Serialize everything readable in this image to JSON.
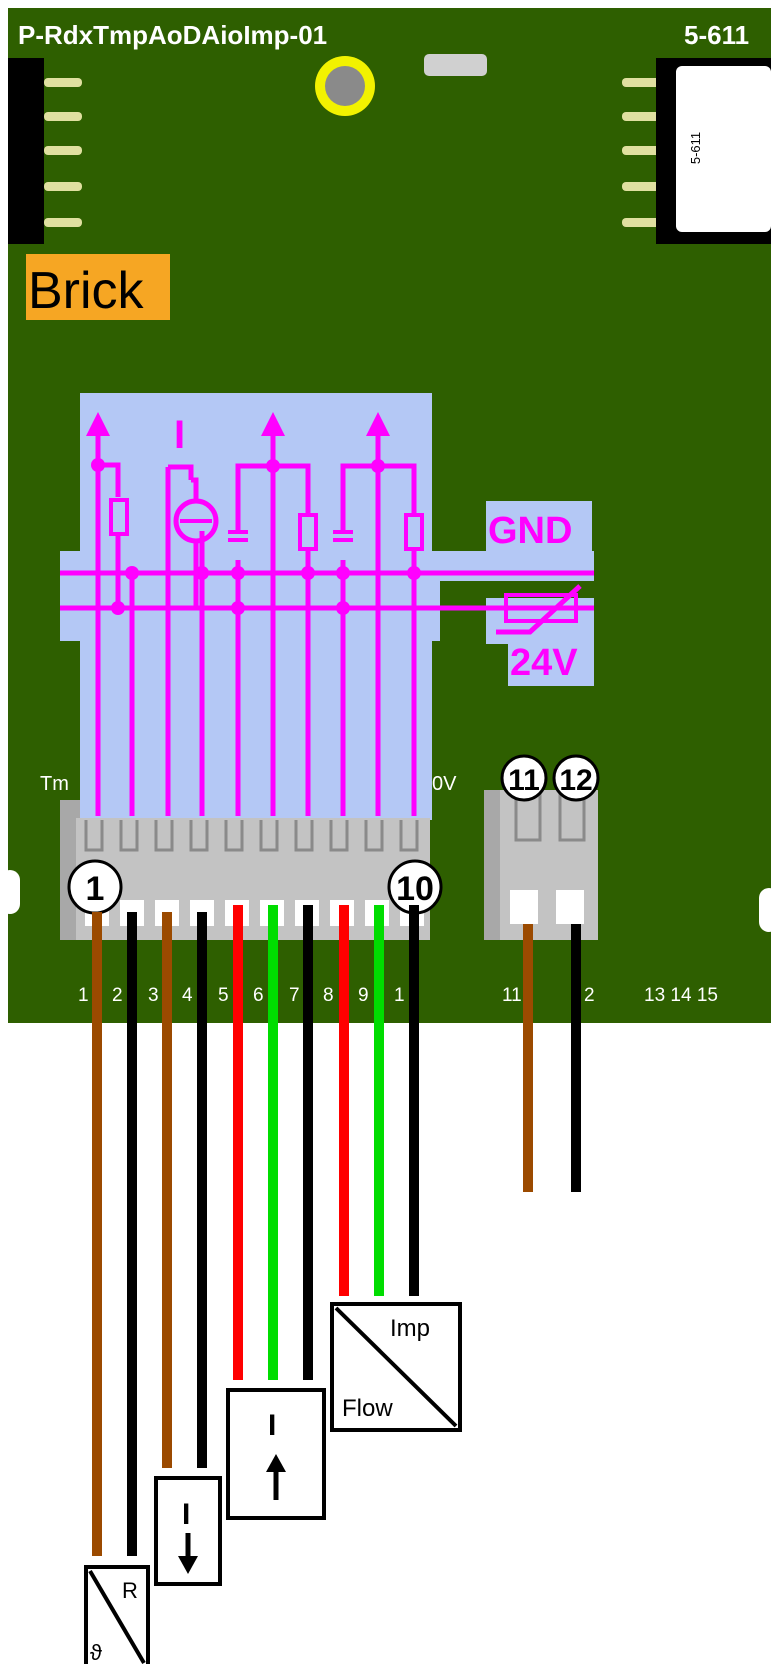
{
  "board": {
    "title": "P-RdxTmpAoDAioImp-01",
    "model_code": "5-611",
    "side_module_label": "5-611",
    "brick_label": "Brick",
    "colors": {
      "pcb": "#2e5f00",
      "schematic_bg": "#b4c8f5",
      "magenta": "#ff00ff",
      "brick_badge": "#f6a623",
      "connector": "#c3c3c3"
    }
  },
  "schematic": {
    "current_symbol": "I",
    "gnd_label": "GND",
    "supply_label": "24V"
  },
  "terminal_text": {
    "left_partial": "Tm",
    "right_partial": "0V"
  },
  "circle_labels": [
    "1",
    "10",
    "11",
    "12"
  ],
  "pin_numbers": [
    "1",
    "2",
    "3",
    "4",
    "5",
    "6",
    "7",
    "8",
    "9",
    "1",
    "11",
    "2",
    "13 14 15"
  ],
  "wire_colors": {
    "brown": "#9b4a00",
    "black": "#000000",
    "red": "#ff0000",
    "green": "#00dd00"
  },
  "devices": {
    "temperature_sensor": {
      "top": "R",
      "bottom": "ϑ"
    },
    "current_output": {
      "label": "I"
    },
    "current_input": {
      "label": "I"
    },
    "flow_meter": {
      "top": "Imp",
      "bottom": "Flow"
    }
  }
}
